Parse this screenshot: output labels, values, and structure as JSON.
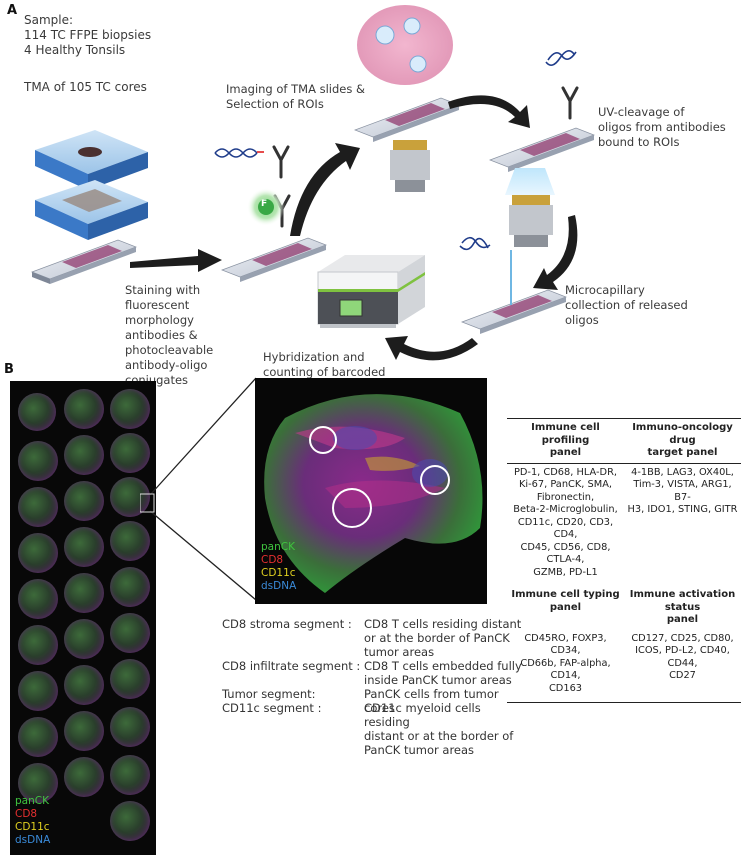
{
  "panel_a": {
    "letter": "A",
    "sample_text": "Sample:\n114 TC FFPE biopsies\n4 Healthy Tonsils",
    "tma_text": "TMA of 105 TC cores",
    "imaging_text": "Imaging of TMA slides &\nSelection of ROIs",
    "uv_text": "UV-cleavage of\noligos from antibodies\nbound to ROIs",
    "staining_text": "Staining with\nfluorescent\nmorphology\nantibodies &\nphotocleavable\nantibody-oligo\nconjugates",
    "micro_text": "Microcapillary\ncollection of released\noligos",
    "hybrid_text": "Hybridization and\ncounting of barcoded\noligos",
    "fluor_glyph": "F"
  },
  "panel_b": {
    "letter": "B",
    "legend": [
      {
        "label": "panCK",
        "color": "#3fc43f"
      },
      {
        "label": "CD8",
        "color": "#e53030"
      },
      {
        "label": "CD11c",
        "color": "#e0d020"
      },
      {
        "label": "dsDNA",
        "color": "#3a8ad8"
      }
    ],
    "zoom_legend": [
      {
        "label": "panCK",
        "color": "#3fc43f"
      },
      {
        "label": "CD8",
        "color": "#e53030"
      },
      {
        "label": "CD11c",
        "color": "#e0d020"
      },
      {
        "label": "dsDNA",
        "color": "#3a8ad8"
      }
    ],
    "segments": [
      {
        "name": "CD8 stroma segment :",
        "desc": "CD8 T cells residing distant\nor at the border of PanCK\ntumor areas"
      },
      {
        "name": "CD8 infiltrate segment :",
        "desc": "CD8 T cells embedded fully\ninside PanCK tumor areas"
      },
      {
        "name": "Tumor segment:",
        "desc": "PanCK cells from tumor cores"
      },
      {
        "name": "CD11c segment :",
        "desc": "CD11c myeloid cells residing\ndistant or at the border of\nPanCK tumor areas"
      }
    ],
    "table": [
      {
        "left_head": "Immune cell profiling\npanel",
        "right_head": "Immuno-oncology drug\ntarget panel",
        "left_body": "PD-1, CD68, HLA-DR,\nKi-67, PanCK, SMA,\nFibronectin,\nBeta-2-Microglobulin,\nCD11c, CD20, CD3, CD4,\nCD45, CD56, CD8, CTLA-4,\nGZMB, PD-L1",
        "right_body": "4-1BB, LAG3, OX40L,\nTim-3, VISTA, ARG1, B7-\nH3, IDO1, STING, GITR"
      },
      {
        "left_head": "Immune cell typing panel",
        "right_head": "Immune activation status\npanel",
        "left_body": "CD45RO, FOXP3, CD34,\nCD66b, FAP-alpha, CD14,\nCD163",
        "right_body": "CD127, CD25, CD80,\nICOS, PD-L2, CD40, CD44,\nCD27"
      }
    ]
  }
}
